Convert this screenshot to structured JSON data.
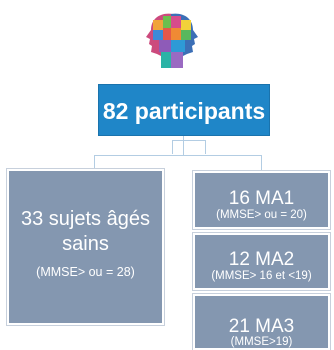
{
  "root": {
    "label": "82 participants"
  },
  "groups": [
    {
      "title_line1": "33 sujets âgés",
      "title_line2": "sains",
      "detail": "(MMSE> ou =  28)"
    },
    {
      "title": "16 MA1",
      "detail": "(MMSE> ou =  20)"
    },
    {
      "title": "12 MA2",
      "detail": "(MMSE> 16 et <19)"
    },
    {
      "title": "21 MA3",
      "detail": "(MMSE>19)"
    }
  ],
  "colors": {
    "root": "#1f86c8",
    "group": "#8497b0",
    "connector": "#b3cde3"
  },
  "logo": {
    "icon": "puzzle-heads-icon"
  }
}
